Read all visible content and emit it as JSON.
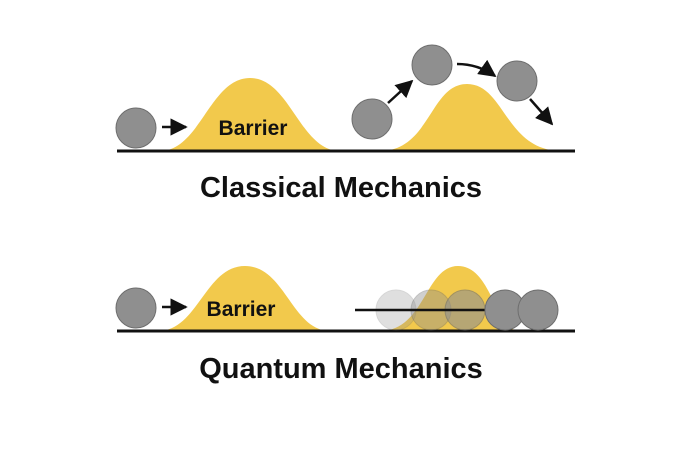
{
  "colors": {
    "background": "#ffffff",
    "barrier": "#F2C94C",
    "ground": "#111111",
    "ball": "#8F8F8F",
    "ball_outline": "#6E6E6E",
    "arrow": "#111111"
  },
  "classical": {
    "barrier_label": "Barrier",
    "title": "Classical Mechanics"
  },
  "quantum": {
    "barrier_label": "Barrier",
    "title": "Quantum Mechanics"
  }
}
